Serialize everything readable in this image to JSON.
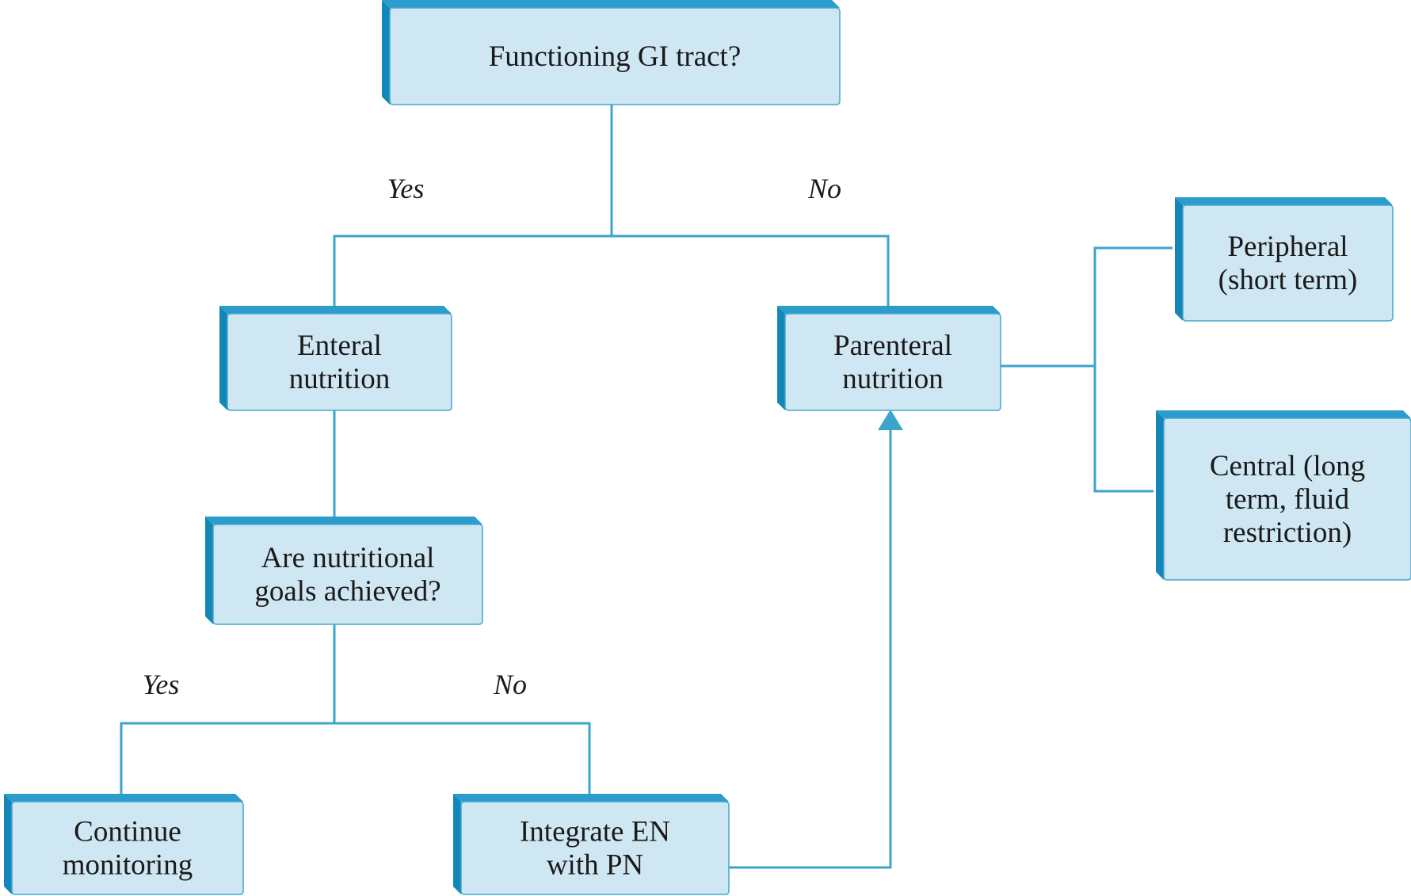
{
  "nodes": {
    "gi_tract": {
      "lines": [
        "Functioning GI tract?"
      ]
    },
    "enteral": {
      "lines": [
        "Enteral",
        "nutrition"
      ]
    },
    "parenteral": {
      "lines": [
        "Parenteral",
        "nutrition"
      ]
    },
    "peripheral": {
      "lines": [
        "Peripheral",
        "(short term)"
      ]
    },
    "central": {
      "lines": [
        "Central (long",
        "term, fluid",
        "restriction)"
      ]
    },
    "goals": {
      "lines": [
        "Are nutritional",
        "goals achieved?"
      ]
    },
    "continue": {
      "lines": [
        "Continue",
        "monitoring"
      ]
    },
    "integrate": {
      "lines": [
        "Integrate EN",
        "with PN"
      ]
    }
  },
  "edge_labels": {
    "gi_yes": "Yes",
    "gi_no": "No",
    "goals_yes": "Yes",
    "goals_no": "No"
  },
  "colors": {
    "box_fill": "#cfe6f3",
    "box_depth": "#1487b9",
    "connector": "#3ba5cc"
  }
}
